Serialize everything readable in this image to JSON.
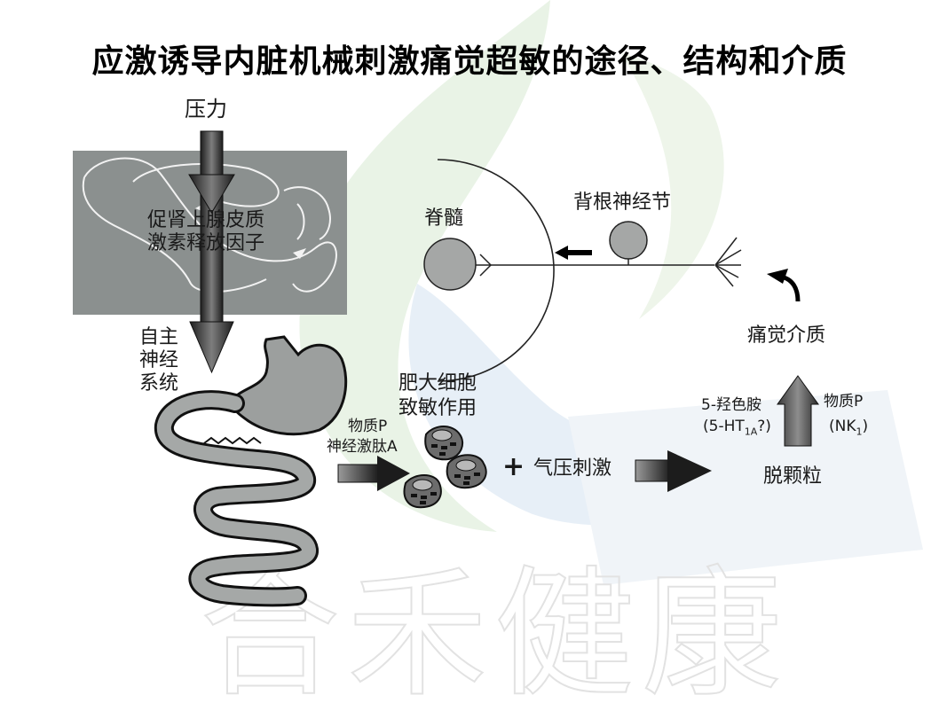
{
  "title": "应激诱导内脏机械刺激痛觉超敏的途径、结构和介质",
  "watermark": {
    "text": "合禾健康",
    "logo": "flame-leaf-logo",
    "colors": {
      "green": "#e8f2e4",
      "blue": "#e6eef6"
    }
  },
  "labels": {
    "stress": "压力",
    "crf_line1": "促肾上腺皮质",
    "crf_line2": "激素释放因子",
    "ans_line1": "自主",
    "ans_line2": "神经",
    "ans_line3": "系统",
    "spinal_cord": "脊髓",
    "drg": "背根神经节",
    "pain_mediators": "痛觉介质",
    "mast_line1": "肥大细胞",
    "mast_line2": "致敏作用",
    "sp_line1": "物质P",
    "sp_line2": "神经激肽A",
    "plus": "+",
    "pressure_stim": "气压刺激",
    "ht_line1": "5-羟色胺",
    "ht_line2_pre": "(5-HT",
    "ht_line2_sub": "1A",
    "ht_line2_post": "?)",
    "nk_line1": "物质P",
    "nk_line2_pre": "(NK",
    "nk_line2_sub": "1",
    "nk_line2_post": ")",
    "degranulation": "脱颗粒"
  },
  "colors": {
    "brain_panel": "#8a8f8e",
    "organ_fill": "#9a9e9d",
    "arrow_dark": "#2a2a2a",
    "arrow_light": "#8a8a8a",
    "cell_fill": "#6a6a6a",
    "circle_fill": "#a3a5a4"
  }
}
